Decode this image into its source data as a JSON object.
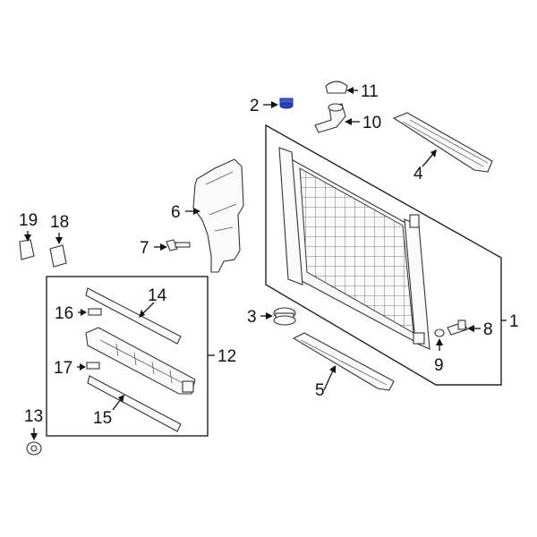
{
  "diagram": {
    "callouts": [
      {
        "id": "c1",
        "text": "1"
      },
      {
        "id": "c2",
        "text": "2"
      },
      {
        "id": "c3",
        "text": "3"
      },
      {
        "id": "c4",
        "text": "4"
      },
      {
        "id": "c5",
        "text": "5"
      },
      {
        "id": "c6",
        "text": "6"
      },
      {
        "id": "c7",
        "text": "7"
      },
      {
        "id": "c8",
        "text": "8"
      },
      {
        "id": "c9",
        "text": "9"
      },
      {
        "id": "c10",
        "text": "10"
      },
      {
        "id": "c11",
        "text": "11"
      },
      {
        "id": "c12",
        "text": "12"
      },
      {
        "id": "c13",
        "text": "13"
      },
      {
        "id": "c14",
        "text": "14"
      },
      {
        "id": "c15",
        "text": "15"
      },
      {
        "id": "c16",
        "text": "16"
      },
      {
        "id": "c17",
        "text": "17"
      },
      {
        "id": "c18",
        "text": "18"
      },
      {
        "id": "c19",
        "text": "19"
      }
    ],
    "colors": {
      "line": "#222222",
      "highlight": "#3a5bd9",
      "background": "#ffffff"
    }
  }
}
